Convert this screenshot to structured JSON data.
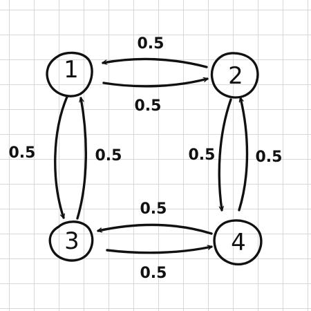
{
  "diagram": {
    "nodes": [
      {
        "id": "1",
        "label": "1"
      },
      {
        "id": "2",
        "label": "2"
      },
      {
        "id": "3",
        "label": "3"
      },
      {
        "id": "4",
        "label": "4"
      }
    ],
    "edges": [
      {
        "from": "2",
        "to": "1",
        "label": "0.5"
      },
      {
        "from": "1",
        "to": "2",
        "label": "0.5"
      },
      {
        "from": "1",
        "to": "3",
        "label": "0.5"
      },
      {
        "from": "3",
        "to": "1",
        "label": "0.5"
      },
      {
        "from": "2",
        "to": "4",
        "label": "0.5"
      },
      {
        "from": "4",
        "to": "2",
        "label": "0.5"
      },
      {
        "from": "4",
        "to": "3",
        "label": "0.5"
      },
      {
        "from": "3",
        "to": "4",
        "label": "0.5"
      }
    ]
  }
}
